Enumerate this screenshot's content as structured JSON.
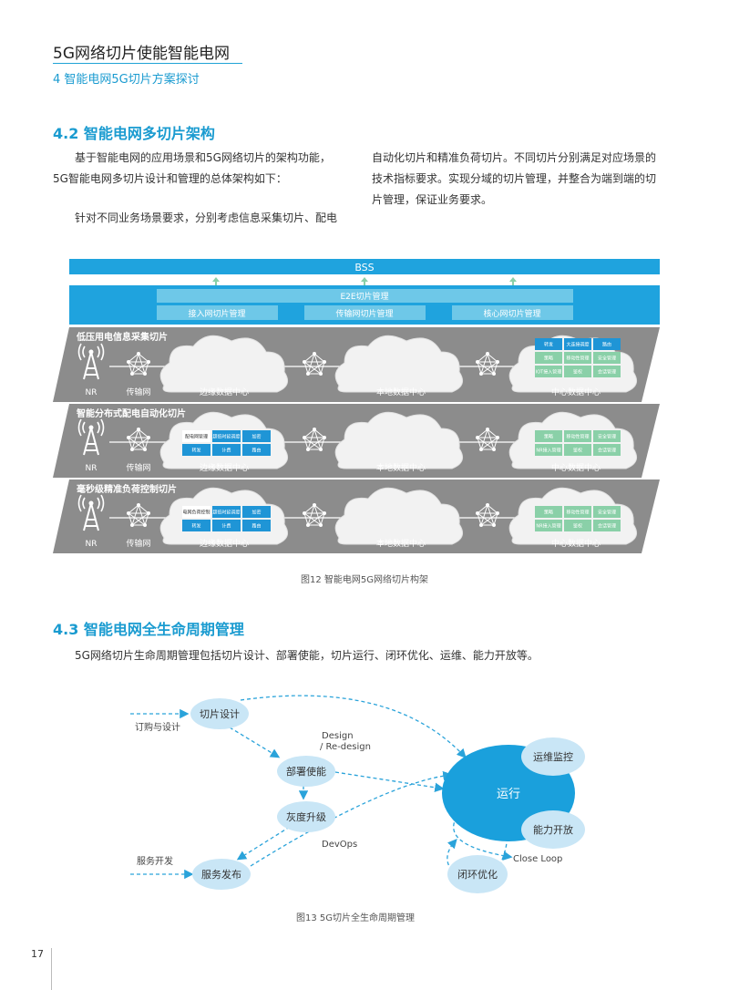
{
  "header": {
    "title": "5G网络切片使能智能电网",
    "subtitle": "4 智能电网5G切片方案探讨"
  },
  "section_4_2": {
    "heading": "4.2 智能电网多切片架构",
    "col1_p1": "基于智能电网的应用场景和5G网络切片的架构功能，5G智能电网多切片设计和管理的总体架构如下：",
    "col1_p2": "针对不同业务场景要求，分别考虑信息采集切片、配电",
    "col2_p1": "自动化切片和精准负荷切片。不同切片分别满足对应场景的技术指标要求。实现分域的切片管理，并整合为端到端的切片管理，保证业务要求。"
  },
  "fig12": {
    "bss": "BSS",
    "e2e": "E2E切片管理",
    "mgmt": [
      "接入网切片管理",
      "传输网切片管理",
      "核心网切片管理"
    ],
    "slices": [
      {
        "title": "低压用电信息采集切片"
      },
      {
        "title": "智能分布式配电自动化切片"
      },
      {
        "title": "毫秒级精准负荷控制切片"
      }
    ],
    "labels": {
      "nr": "NR",
      "transport": "传输网",
      "edge": "边缘数据中心",
      "local": "本地数据中心",
      "central": "中心数据中心"
    },
    "grid1": [
      "转发",
      "大连接调度",
      "路由",
      "策略",
      "移动性管理",
      "安全管理",
      "IOT接入管理",
      "鉴权",
      "会话管理"
    ],
    "grid2_edge": [
      "配电网管理",
      "超低时延调度",
      "加密",
      "转发",
      "计费",
      "路由"
    ],
    "grid2_core": [
      "策略",
      "移动性管理",
      "安全管理",
      "NR接入管理",
      "鉴权",
      "会话管理"
    ],
    "grid3_edge": [
      "电网负荷控制",
      "超低时延调度",
      "加密",
      "转发",
      "计费",
      "路由"
    ],
    "caption": "图12 智能电网5G网络切片构架"
  },
  "section_4_3": {
    "heading": "4.3 智能电网全生命周期管理",
    "para": "5G网络切片生命周期管理包括切片设计、部署使能，切片运行、闭环优化、运维、能力开放等。"
  },
  "fig13": {
    "design": "切片设计",
    "deploy": "部署使能",
    "upgrade": "灰度升级",
    "release": "服务发布",
    "run": "运行",
    "monitor": "运维监控",
    "open": "能力开放",
    "loop": "闭环优化",
    "order": "订购与设计",
    "dev": "服务开发",
    "design_label1": "Design",
    "design_label2": "/ Re-design",
    "devops": "DevOps",
    "closeloop": "Close Loop",
    "caption": "图13 5G切片全生命周期管理"
  },
  "page": {
    "number": "17"
  },
  "colors": {
    "accent": "#1a9bd0",
    "bar": "#1fa3de",
    "slice_bg": "#8c8c8c",
    "green": "#8ad0a8",
    "blue": "#1f95d6"
  }
}
